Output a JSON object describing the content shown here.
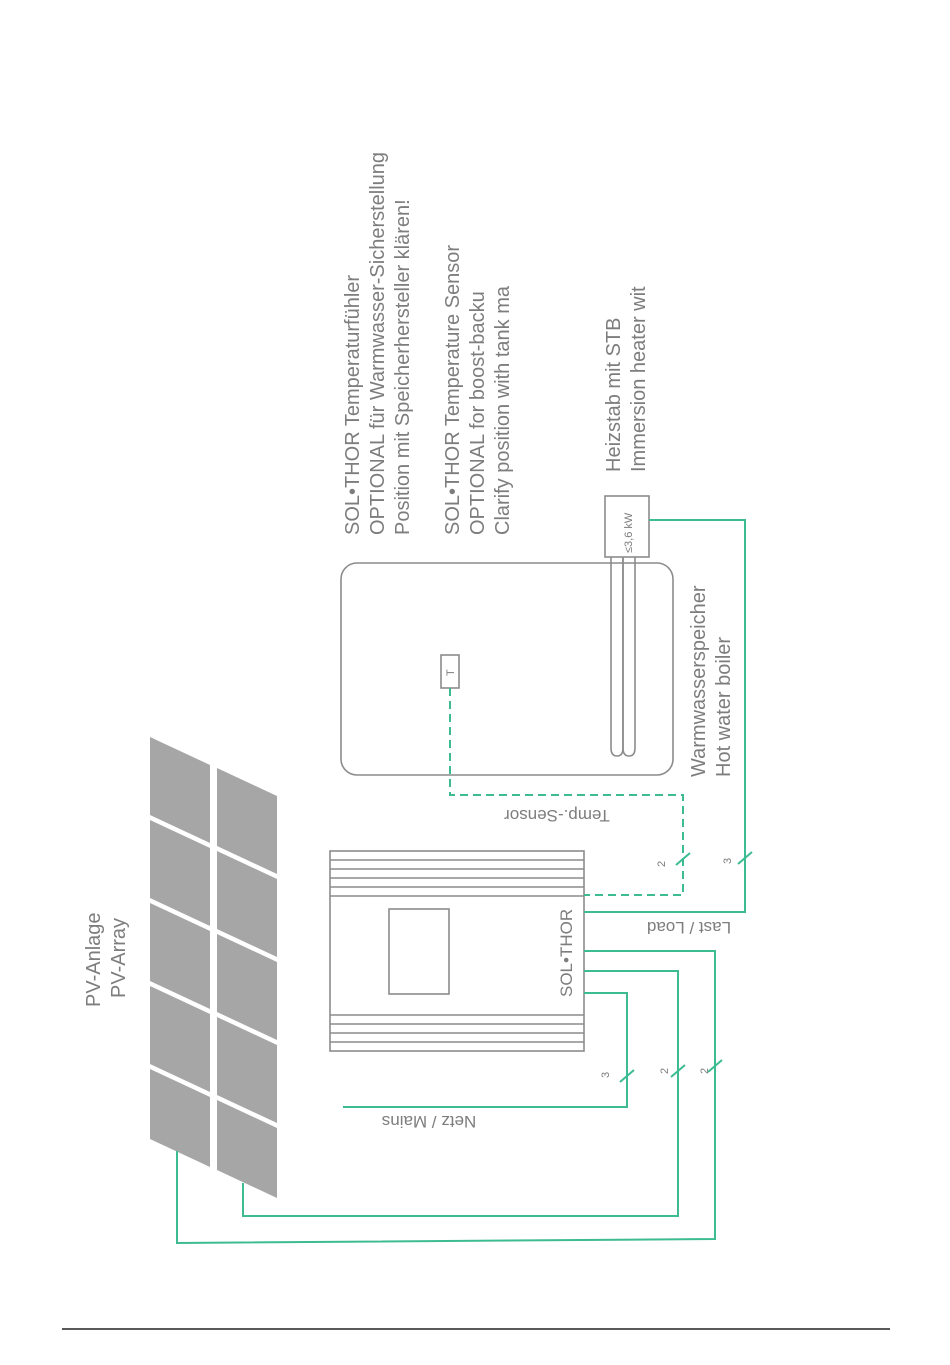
{
  "colors": {
    "wire": "#3dbb92",
    "outline": "#8c8c8c",
    "panel": "#a6a6a6",
    "text": "#7d7d7d",
    "rule": "#222222"
  },
  "pv": {
    "line1": "PV-Anlage",
    "line2": "PV-Array"
  },
  "device": {
    "name": "SOL•THOR"
  },
  "sensor_note_de": {
    "line1": "SOL•THOR Temperaturfühler",
    "line2": "OPTIONAL für Warmwasser-Sicherstellung",
    "line3": "Position mit Speicherhersteller klären!"
  },
  "sensor_note_en": {
    "line1": "SOL•THOR Temperature Sensor",
    "line2": "OPTIONAL for boost-backu",
    "line3": "Clarify position with tank ma"
  },
  "heater": {
    "line1": "Heizstab mit STB",
    "line2": "Immersion heater wit",
    "rating": "≤3,6 kW"
  },
  "boiler": {
    "line1": "Warmwasserspeicher",
    "line2": "Hot water boiler"
  },
  "sensor_symbol": "T",
  "labels": {
    "temp_sensor": "Temp.-Sensor",
    "load": "Last / Load",
    "mains": "Netz / Mains"
  },
  "wire_counts": {
    "sensor": "2",
    "load": "3",
    "mains": "3",
    "pv_a": "2",
    "pv_b": "2"
  }
}
